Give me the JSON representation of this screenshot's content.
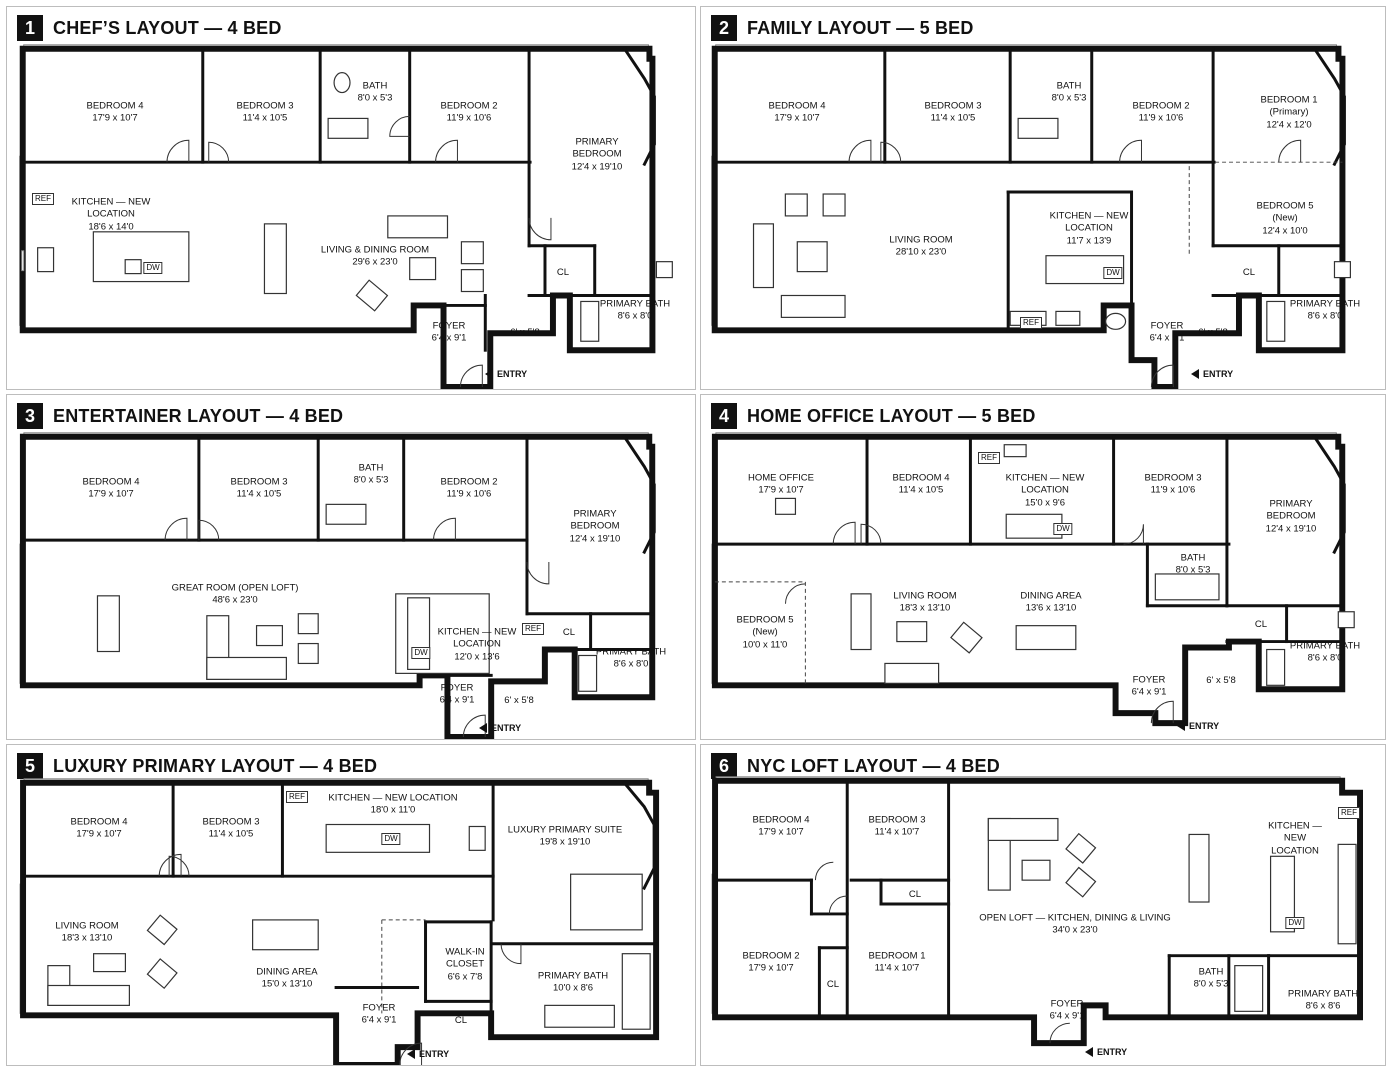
{
  "panels": {
    "p1": {
      "num": "1",
      "title": "CHEF’S LAYOUT — 4 BED",
      "rooms": {
        "bed4": {
          "name": "BEDROOM 4",
          "dim": "17'9 x 10'7"
        },
        "bed3": {
          "name": "BEDROOM 3",
          "dim": "11'4 x 10'5"
        },
        "bath": {
          "name": "BATH",
          "dim": "8'0 x 5'3"
        },
        "bed2": {
          "name": "BEDROOM 2",
          "dim": "11'9 x 10'6"
        },
        "primary": {
          "name": "PRIMARY BEDROOM",
          "dim": "12'4 x 19'10"
        },
        "kitchen": {
          "name": "KITCHEN — NEW LOCATION",
          "dim": "18'6 x 14'0"
        },
        "living": {
          "name": "LIVING & DINING ROOM",
          "dim": "29'6 x 23'0"
        },
        "cl": {
          "name": "CL"
        },
        "pbath": {
          "name": "PRIMARY BATH",
          "dim": "8'6 x 8'0"
        },
        "foyer": {
          "name": "FOYER",
          "dim": "6'4 x 9'1"
        },
        "closet": {
          "dim": "6' x 5'8"
        }
      },
      "tags": {
        "ref": "REF",
        "dw": "DW"
      },
      "entry": "ENTRY"
    },
    "p2": {
      "num": "2",
      "title": "FAMILY LAYOUT — 5 BED",
      "rooms": {
        "bed4": {
          "name": "BEDROOM 4",
          "dim": "17'9 x 10'7"
        },
        "bed3": {
          "name": "BEDROOM 3",
          "dim": "11'4 x 10'5"
        },
        "bath": {
          "name": "BATH",
          "dim": "8'0 x 5'3"
        },
        "bed2": {
          "name": "BEDROOM 2",
          "dim": "11'9 x 10'6"
        },
        "bed1": {
          "name": "BEDROOM 1",
          "sub": "(Primary)",
          "dim": "12'4 x 12'0"
        },
        "living": {
          "name": "LIVING ROOM",
          "dim": "28'10 x 23'0"
        },
        "kitchen": {
          "name": "KITCHEN — NEW LOCATION",
          "dim": "11'7 x 13'9"
        },
        "bed5": {
          "name": "BEDROOM 5",
          "sub": "(New)",
          "dim": "12'4 x 10'0"
        },
        "cl": {
          "name": "CL"
        },
        "pbath": {
          "name": "PRIMARY BATH",
          "dim": "8'6 x 8'0"
        },
        "foyer": {
          "name": "FOYER",
          "dim": "6'4 x 9'1"
        },
        "closet": {
          "dim": "6' x 5'8"
        }
      },
      "tags": {
        "ref": "REF",
        "dw": "DW"
      },
      "entry": "ENTRY"
    },
    "p3": {
      "num": "3",
      "title": "ENTERTAINER LAYOUT — 4 BED",
      "rooms": {
        "bed4": {
          "name": "BEDROOM 4",
          "dim": "17'9 x 10'7"
        },
        "bed3": {
          "name": "BEDROOM 3",
          "dim": "11'4 x 10'5"
        },
        "bath": {
          "name": "BATH",
          "dim": "8'0 x 5'3"
        },
        "bed2": {
          "name": "BEDROOM 2",
          "dim": "11'9 x 10'6"
        },
        "primary": {
          "name": "PRIMARY BEDROOM",
          "dim": "12'4 x 19'10"
        },
        "great": {
          "name": "GREAT ROOM (OPEN LOFT)",
          "dim": "48'6 x 23'0"
        },
        "kitchen": {
          "name": "KITCHEN — NEW LOCATION",
          "dim": "12'0 x 13'6"
        },
        "cl": {
          "name": "CL"
        },
        "pbath": {
          "name": "PRIMARY BATH",
          "dim": "8'6 x 8'0"
        },
        "foyer": {
          "name": "FOYER",
          "dim": "6'4 x 9'1"
        },
        "closet": {
          "dim": "6' x 5'8"
        }
      },
      "tags": {
        "ref": "REF",
        "dw": "DW"
      },
      "entry": "ENTRY"
    },
    "p4": {
      "num": "4",
      "title": "HOME OFFICE LAYOUT — 5 BED",
      "rooms": {
        "office": {
          "name": "HOME OFFICE",
          "dim": "17'9 x 10'7"
        },
        "bed4": {
          "name": "BEDROOM 4",
          "dim": "11'4 x 10'5"
        },
        "kitchen": {
          "name": "KITCHEN — NEW LOCATION",
          "dim": "15'0 x 9'6"
        },
        "bed3": {
          "name": "BEDROOM 3",
          "dim": "11'9 x 10'6"
        },
        "primary": {
          "name": "PRIMARY BEDROOM",
          "dim": "12'4 x 19'10"
        },
        "bath": {
          "name": "BATH",
          "dim": "8'0 x 5'3"
        },
        "bed5": {
          "name": "BEDROOM 5",
          "sub": "(New)",
          "dim": "10'0 x 11'0"
        },
        "living": {
          "name": "LIVING ROOM",
          "dim": "18'3 x 13'10"
        },
        "dining": {
          "name": "DINING AREA",
          "dim": "13'6 x 13'10"
        },
        "cl": {
          "name": "CL"
        },
        "pbath": {
          "name": "PRIMARY BATH",
          "dim": "8'6 x 8'0"
        },
        "foyer": {
          "name": "FOYER",
          "dim": "6'4 x 9'1"
        },
        "closet": {
          "dim": "6' x 5'8"
        }
      },
      "tags": {
        "ref": "REF",
        "dw": "DW"
      },
      "entry": "ENTRY"
    },
    "p5": {
      "num": "5",
      "title": "LUXURY PRIMARY LAYOUT — 4 BED",
      "rooms": {
        "bed4": {
          "name": "BEDROOM 4",
          "dim": "17'9 x 10'7"
        },
        "bed3": {
          "name": "BEDROOM 3",
          "dim": "11'4 x 10'5"
        },
        "kitchen": {
          "name": "KITCHEN — NEW LOCATION",
          "dim": "18'0 x 11'0"
        },
        "suite": {
          "name": "LUXURY PRIMARY SUITE",
          "dim": "19'8 x 19'10"
        },
        "living": {
          "name": "LIVING ROOM",
          "dim": "18'3 x 13'10"
        },
        "dining": {
          "name": "DINING AREA",
          "dim": "15'0 x 13'10"
        },
        "walkin": {
          "name": "WALK-IN CLOSET",
          "dim": "6'6 x 7'8"
        },
        "pbath": {
          "name": "PRIMARY BATH",
          "dim": "10'0 x 8'6"
        },
        "foyer": {
          "name": "FOYER",
          "dim": "6'4 x 9'1"
        },
        "cl": {
          "name": "CL"
        }
      },
      "tags": {
        "ref": "REF",
        "dw": "DW"
      },
      "entry": "ENTRY"
    },
    "p6": {
      "num": "6",
      "title": "NYC LOFT LAYOUT — 4 BED",
      "rooms": {
        "bed4": {
          "name": "BEDROOM 4",
          "dim": "17'9 x 10'7"
        },
        "bed3": {
          "name": "BEDROOM 3",
          "dim": "11'4 x 10'7"
        },
        "cl1": {
          "name": "CL"
        },
        "bed2": {
          "name": "BEDROOM 2",
          "dim": "17'9 x 10'7"
        },
        "cl2": {
          "name": "CL"
        },
        "bed1": {
          "name": "BEDROOM 1",
          "dim": "11'4 x 10'7"
        },
        "loft": {
          "name": "OPEN LOFT — KITCHEN, DINING & LIVING",
          "dim": "34'0 x 23'0"
        },
        "kitchen": {
          "name": "KITCHEN — NEW LOCATION"
        },
        "bath": {
          "name": "BATH",
          "dim": "8'0 x 5'3"
        },
        "pbath": {
          "name": "PRIMARY BATH",
          "dim": "8'6 x 8'6"
        },
        "foyer": {
          "name": "FOYER",
          "dim": "6'4 x 9'1"
        }
      },
      "tags": {
        "ref": "REF",
        "dw": "DW"
      },
      "entry": "ENTRY"
    }
  }
}
